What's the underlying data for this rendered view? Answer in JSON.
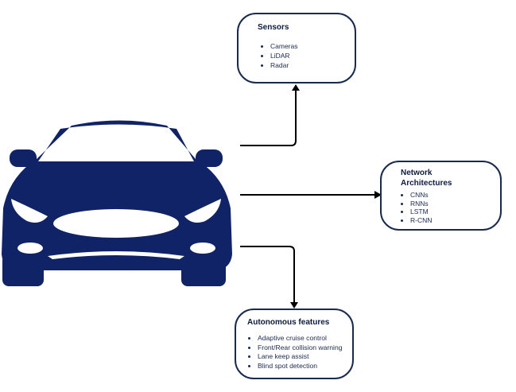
{
  "sensors": {
    "title": "Sensors",
    "items": [
      "Cameras",
      "LiDAR",
      "Radar"
    ]
  },
  "network": {
    "title_line1": "Network",
    "title_line2": "Architectures",
    "items": [
      "CNNs",
      "RNNs",
      "LSTM",
      "R-CNN"
    ]
  },
  "autonomous": {
    "title": "Autonomous features",
    "items": [
      "Adaptive cruise control",
      "Front/Rear collision warning",
      "Lane keep assist",
      "Blind spot detection"
    ]
  },
  "colors": {
    "car": "#0f2366",
    "line": "#000000",
    "border": "#1a2a4f"
  },
  "icons": {
    "car": "car-icon"
  }
}
